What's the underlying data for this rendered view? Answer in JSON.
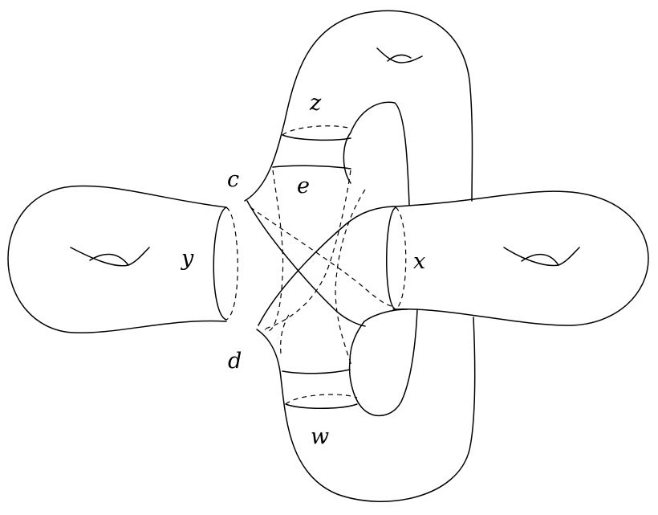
{
  "labels": {
    "z": "z",
    "c": "c",
    "e": "e",
    "y": "y",
    "x": "x",
    "d": "d",
    "w": "w"
  },
  "colors": {
    "stroke": "#000000",
    "background": "#ffffff"
  },
  "icons": [
    "genus-handle-icon-left",
    "genus-handle-icon-right",
    "genus-handle-icon-top"
  ]
}
